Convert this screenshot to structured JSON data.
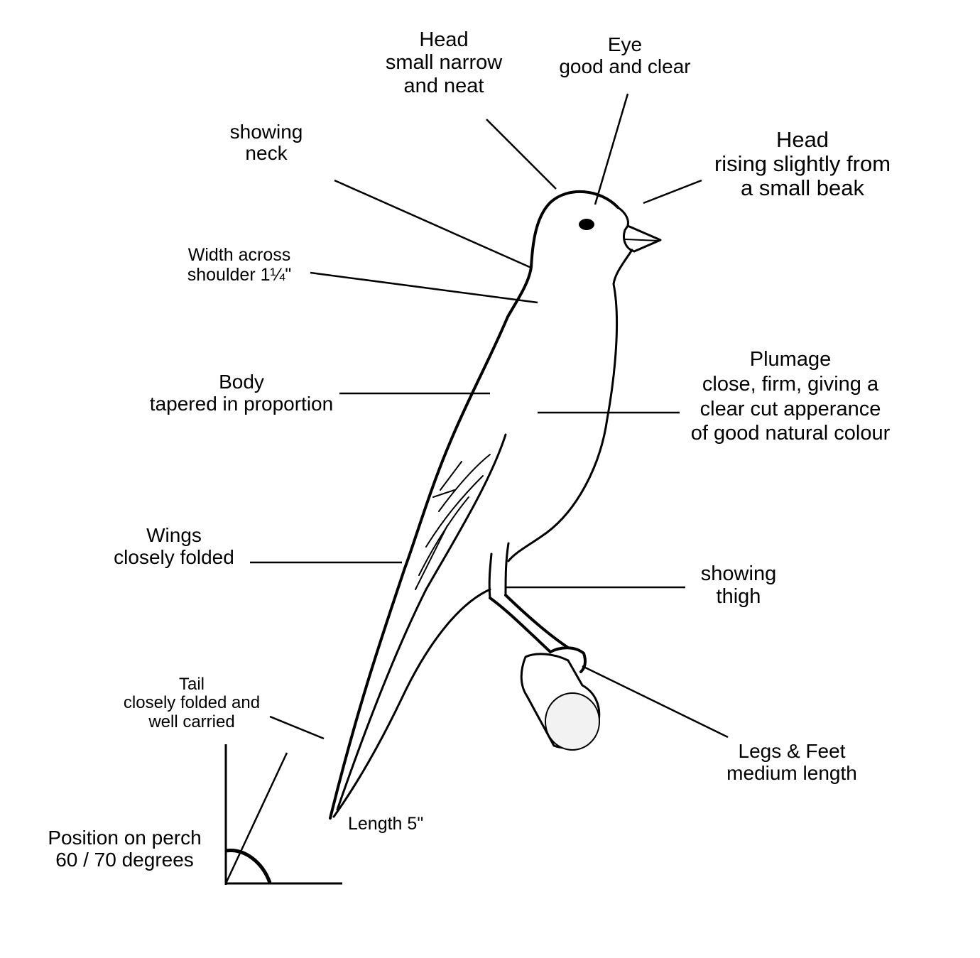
{
  "labels": {
    "head_top": [
      "Head",
      "small narrow",
      "and neat"
    ],
    "eye": [
      "Eye",
      "good and clear"
    ],
    "head_right": [
      "Head",
      "rising slightly from",
      "a small beak"
    ],
    "neck": [
      "showing",
      "neck"
    ],
    "shoulder": [
      "Width across",
      "shoulder 1¼\""
    ],
    "body": [
      "Body",
      "tapered in proportion"
    ],
    "plumage": [
      "Plumage",
      "close, firm, giving a",
      "clear cut apperance",
      "of good natural colour"
    ],
    "wings": [
      "Wings",
      "closely folded"
    ],
    "thigh": [
      "showing",
      "thigh"
    ],
    "tail": [
      "Tail",
      "closely folded and",
      "well carried"
    ],
    "legs": [
      "Legs & Feet",
      "medium length"
    ],
    "length": "Length 5\"",
    "position": [
      "Position on perch",
      "60 / 70 degrees"
    ]
  },
  "colors": {
    "ink": "#000000",
    "paper": "#ffffff"
  }
}
